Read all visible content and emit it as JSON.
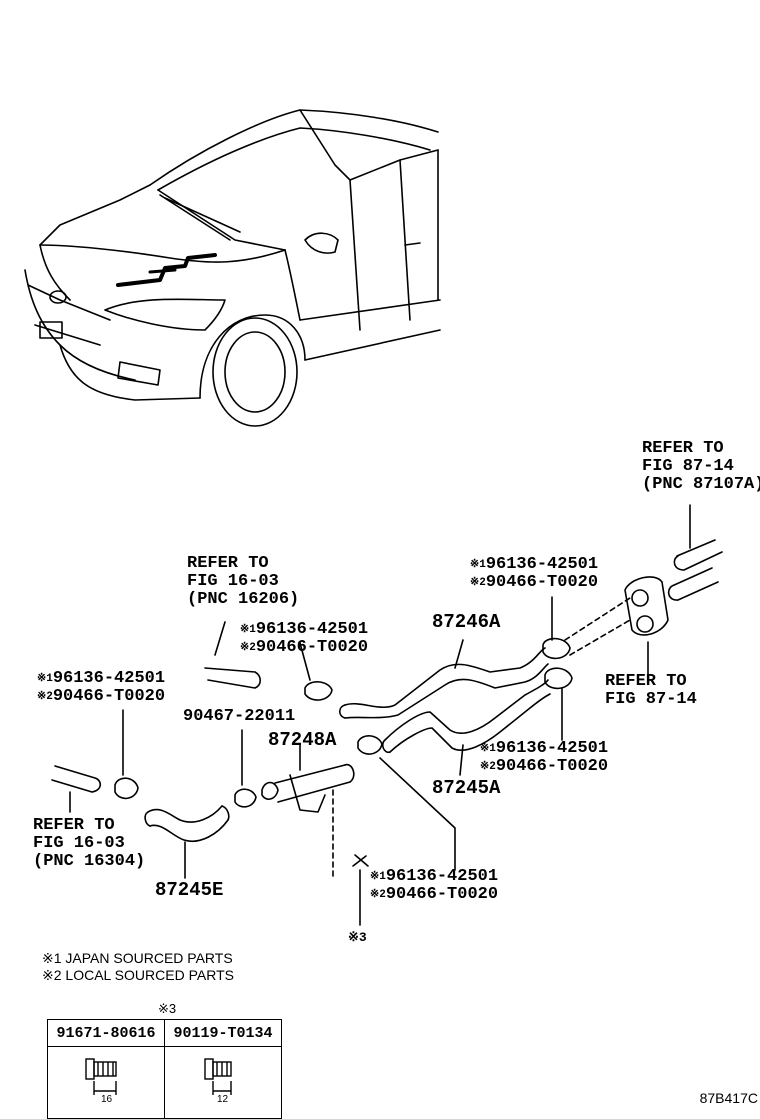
{
  "labels": {
    "refer_top_right": [
      "REFER TO",
      "FIG 87-14",
      "(PNC 87107A)"
    ],
    "refer_mid_left": [
      "REFER TO",
      "FIG 16-03",
      "(PNC 16206)"
    ],
    "refer_bottom_left": [
      "REFER TO",
      "FIG 16-03",
      "(PNC 16304)"
    ],
    "refer_right": [
      "REFER TO",
      "FIG 87-14"
    ],
    "clamp_a": [
      "96136-42501",
      "90466-T0020"
    ],
    "clamp_b": [
      "96136-42501",
      "90466-T0020"
    ],
    "clamp_c": [
      "96136-42501",
      "90466-T0020"
    ],
    "clamp_d": [
      "96136-42501",
      "90466-T0020"
    ],
    "clamp_e": [
      "96136-42501",
      "90466-T0020"
    ],
    "mark1": "※1",
    "mark2": "※2",
    "mark3": "※3",
    "part_87246A": "87246A",
    "part_87245A": "87245A",
    "part_87248A": "87248A",
    "part_87245E": "87245E",
    "part_90467": "90467-22011"
  },
  "notes": {
    "japan": "※1 JAPAN SOURCED PARTS",
    "local": "※2 LOCAL SOURCED PARTS"
  },
  "table": {
    "title": "※3",
    "col1": "91671-80616",
    "col2": "90119-T0134",
    "dim1": "16",
    "dim2": "12"
  },
  "figure_code": "87B417C"
}
